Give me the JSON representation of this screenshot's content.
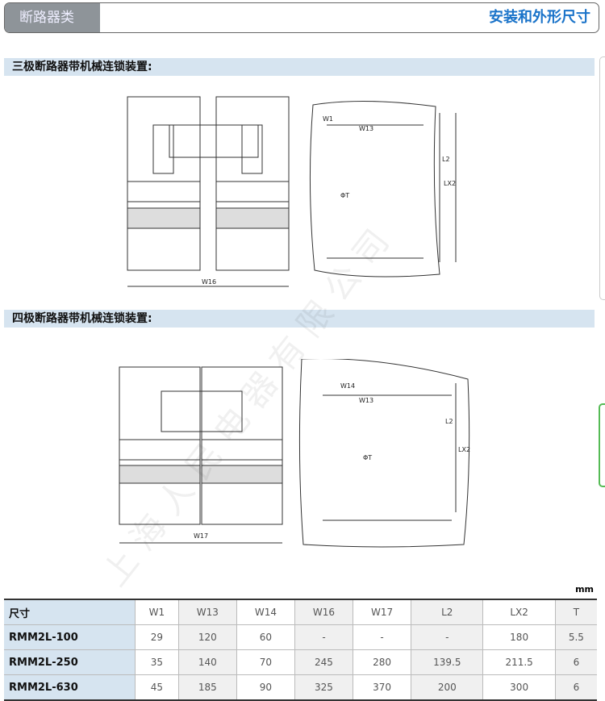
{
  "header": {
    "category": "断路器类",
    "title": "安装和外形尺寸"
  },
  "sections": [
    {
      "title": "三极断路器带机械连锁装置:"
    },
    {
      "title": "四极断路器带机械连锁装置:"
    }
  ],
  "diagram1": {
    "width_label": "W16",
    "labels": {
      "w1": "W1",
      "w13": "W13",
      "l2": "L2",
      "lx2": "LX2",
      "t": "ΦT"
    }
  },
  "diagram2": {
    "width_label": "W17",
    "labels": {
      "w14": "W14",
      "w13": "W13",
      "l2": "L2",
      "lx2": "LX2",
      "t": "ΦT"
    }
  },
  "watermark": "上海人民电器有限公司",
  "table": {
    "unit": "mm",
    "headers": [
      "尺寸",
      "W1",
      "W13",
      "W14",
      "W16",
      "W17",
      "L2",
      "LX2",
      "T"
    ],
    "rows": [
      [
        "RMM2L-100",
        "29",
        "120",
        "60",
        "-",
        "-",
        "-",
        "180",
        "5.5"
      ],
      [
        "RMM2L-250",
        "35",
        "140",
        "70",
        "245",
        "280",
        "139.5",
        "211.5",
        "6"
      ],
      [
        "RMM2L-630",
        "45",
        "185",
        "90",
        "325",
        "370",
        "200",
        "300",
        "6"
      ]
    ]
  }
}
